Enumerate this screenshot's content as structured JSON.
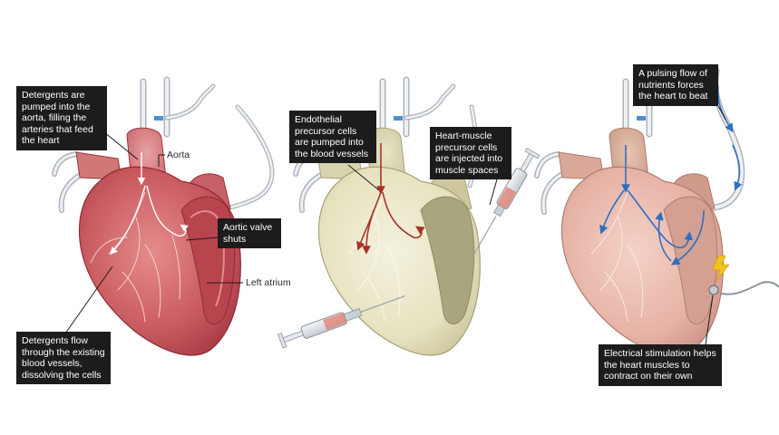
{
  "panels": {
    "decell": {
      "callout_top": "Detergents are pumped into the aorta, filling the arteries that feed the heart",
      "label_aorta": "Aorta",
      "callout_valve": "Aortic valve shuts",
      "label_atrium": "Left atrium",
      "callout_bottom": "Detergents flow through the existing blood vessels, dissolving the cells"
    },
    "recell": {
      "callout_endothelial": "Endothelial precursor cells are pumped into the blood vessels",
      "callout_muscle": "Heart-muscle precursor cells are injected into muscle spaces"
    },
    "bioreactor": {
      "callout_pulse": "A pulsing flow of nutrients forces the heart to beat",
      "callout_electric": "Electrical stimulation helps the heart muscles to contract on their own"
    }
  },
  "colors": {
    "heart_red": "#c95a5f",
    "heart_pale": "#e6e2bf",
    "heart_pink": "#e6b2a5",
    "flow_blue": "#2e6fc0",
    "cell_red": "#a8322a",
    "callout_bg": "#1c1c1c"
  }
}
